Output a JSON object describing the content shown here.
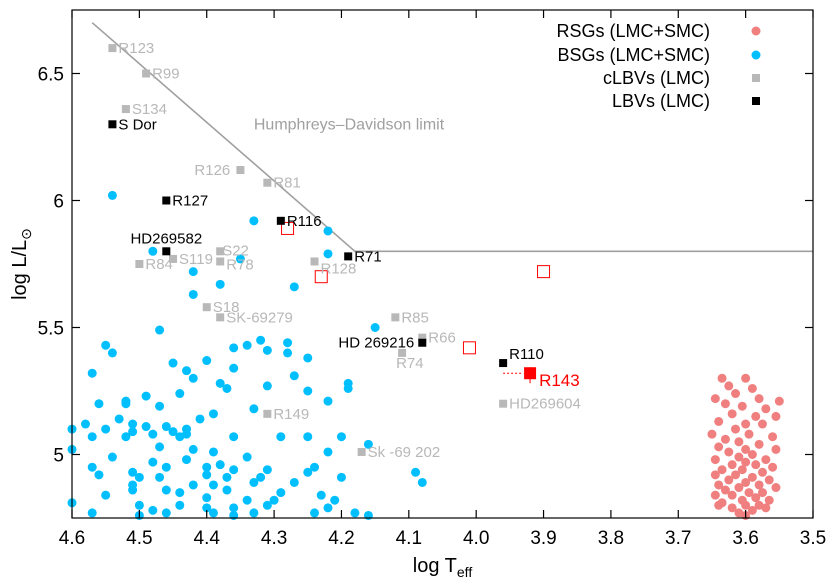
{
  "chart_data": {
    "type": "scatter",
    "xlabel": "log T",
    "xlabel_sub": "eff",
    "ylabel": "log L/L",
    "ylabel_sub": "⊙",
    "xlim": [
      4.6,
      3.5
    ],
    "ylim": [
      4.75,
      6.75
    ],
    "x_reversed": true,
    "xticks": [
      4.6,
      4.5,
      4.4,
      4.3,
      4.2,
      4.1,
      4.0,
      3.9,
      3.8,
      3.7,
      3.6,
      3.5
    ],
    "xtick_labels": [
      "4.6",
      "4.5",
      "4.4",
      "4.3",
      "4.2",
      "4.1",
      "4.0",
      "3.9",
      "3.8",
      "3.7",
      "3.6",
      "3.5"
    ],
    "yticks": [
      5.0,
      5.5,
      6.0,
      6.5
    ],
    "ytick_labels": [
      "5",
      "5.5",
      "6",
      "6.5"
    ],
    "grid": false,
    "legend_position": "top-right",
    "colors": {
      "rsg": "#f08080",
      "bsg": "#00bfff",
      "clbv": "#b8b8b8",
      "lbv": "#000000",
      "hd_line": "#a0a0a0",
      "highlight": "#ff0000"
    },
    "hd_limit": {
      "label": "Humphreys–Davidson limit",
      "points": [
        [
          4.57,
          6.7
        ],
        [
          4.18,
          5.8
        ],
        [
          3.5,
          5.8
        ]
      ]
    },
    "series": [
      {
        "name": "RSGs (LMC+SMC)",
        "marker": "circle",
        "points": [
          [
            3.635,
            5.3
          ],
          [
            3.6,
            5.3
          ],
          [
            3.625,
            5.27
          ],
          [
            3.59,
            5.26
          ],
          [
            3.615,
            5.24
          ],
          [
            3.645,
            5.22
          ],
          [
            3.58,
            5.22
          ],
          [
            3.55,
            5.21
          ],
          [
            3.63,
            5.2
          ],
          [
            3.605,
            5.19
          ],
          [
            3.57,
            5.18
          ],
          [
            3.62,
            5.16
          ],
          [
            3.585,
            5.15
          ],
          [
            3.555,
            5.15
          ],
          [
            3.64,
            5.13
          ],
          [
            3.6,
            5.12
          ],
          [
            3.575,
            5.12
          ],
          [
            3.615,
            5.1
          ],
          [
            3.65,
            5.08
          ],
          [
            3.595,
            5.08
          ],
          [
            3.56,
            5.07
          ],
          [
            3.63,
            5.06
          ],
          [
            3.61,
            5.05
          ],
          [
            3.58,
            5.04
          ],
          [
            3.64,
            5.03
          ],
          [
            3.6,
            5.02
          ],
          [
            3.555,
            5.02
          ],
          [
            3.625,
            5.01
          ],
          [
            3.59,
            5.0
          ],
          [
            3.61,
            4.99
          ],
          [
            3.57,
            4.98
          ],
          [
            3.645,
            4.98
          ],
          [
            3.6,
            4.97
          ],
          [
            3.62,
            4.96
          ],
          [
            3.585,
            4.96
          ],
          [
            3.56,
            4.95
          ],
          [
            3.635,
            4.94
          ],
          [
            3.605,
            4.94
          ],
          [
            3.575,
            4.93
          ],
          [
            3.615,
            4.92
          ],
          [
            3.645,
            4.92
          ],
          [
            3.59,
            4.91
          ],
          [
            3.565,
            4.9
          ],
          [
            3.625,
            4.9
          ],
          [
            3.6,
            4.89
          ],
          [
            3.58,
            4.88
          ],
          [
            3.64,
            4.88
          ],
          [
            3.61,
            4.87
          ],
          [
            3.555,
            4.87
          ],
          [
            3.63,
            4.86
          ],
          [
            3.595,
            4.85
          ],
          [
            3.575,
            4.85
          ],
          [
            3.62,
            4.84
          ],
          [
            3.645,
            4.84
          ],
          [
            3.585,
            4.83
          ],
          [
            3.605,
            4.82
          ],
          [
            3.565,
            4.82
          ],
          [
            3.635,
            4.81
          ],
          [
            3.6,
            4.8
          ],
          [
            3.58,
            4.8
          ],
          [
            3.62,
            4.79
          ],
          [
            3.59,
            4.78
          ],
          [
            3.61,
            4.77
          ],
          [
            3.57,
            4.79
          ],
          [
            3.64,
            4.8
          ],
          [
            3.6,
            4.76
          ]
        ]
      },
      {
        "name": "BSGs (LMC+SMC)",
        "marker": "circle",
        "points": [
          [
            4.54,
            6.02
          ],
          [
            4.33,
            5.92
          ],
          [
            4.22,
            5.88
          ],
          [
            4.48,
            5.8
          ],
          [
            4.35,
            5.77
          ],
          [
            4.22,
            5.79
          ],
          [
            4.42,
            5.72
          ],
          [
            4.27,
            5.66
          ],
          [
            4.38,
            5.67
          ],
          [
            4.42,
            5.63
          ],
          [
            4.15,
            5.5
          ],
          [
            4.47,
            5.49
          ],
          [
            4.32,
            5.45
          ],
          [
            4.28,
            5.44
          ],
          [
            4.36,
            5.42
          ],
          [
            4.55,
            5.43
          ],
          [
            4.34,
            5.43
          ],
          [
            4.31,
            5.41
          ],
          [
            4.54,
            5.4
          ],
          [
            4.28,
            5.4
          ],
          [
            4.25,
            5.38
          ],
          [
            4.4,
            5.37
          ],
          [
            4.45,
            5.36
          ],
          [
            4.36,
            5.34
          ],
          [
            4.43,
            5.33
          ],
          [
            4.57,
            5.32
          ],
          [
            4.42,
            5.3
          ],
          [
            4.27,
            5.31
          ],
          [
            4.38,
            5.28
          ],
          [
            4.31,
            5.27
          ],
          [
            4.37,
            5.26
          ],
          [
            4.25,
            5.25
          ],
          [
            4.19,
            5.28
          ],
          [
            4.19,
            5.26
          ],
          [
            4.44,
            5.24
          ],
          [
            4.49,
            5.23
          ],
          [
            4.52,
            5.21
          ],
          [
            4.56,
            5.2
          ],
          [
            4.52,
            5.2
          ],
          [
            4.47,
            5.19
          ],
          [
            4.22,
            5.21
          ],
          [
            4.33,
            5.18
          ],
          [
            4.39,
            5.16
          ],
          [
            4.41,
            5.14
          ],
          [
            4.53,
            5.14
          ],
          [
            4.58,
            5.12
          ],
          [
            4.51,
            5.12
          ],
          [
            4.49,
            5.11
          ],
          [
            4.46,
            5.11
          ],
          [
            4.43,
            5.1
          ],
          [
            4.55,
            5.1
          ],
          [
            4.6,
            5.1
          ],
          [
            4.51,
            5.09
          ],
          [
            4.45,
            5.09
          ],
          [
            4.43,
            5.08
          ],
          [
            4.48,
            5.08
          ],
          [
            4.57,
            5.07
          ],
          [
            4.52,
            5.07
          ],
          [
            4.44,
            5.07
          ],
          [
            4.36,
            5.07
          ],
          [
            4.29,
            5.07
          ],
          [
            4.25,
            5.07
          ],
          [
            4.2,
            5.07
          ],
          [
            4.16,
            5.04
          ],
          [
            4.47,
            5.03
          ],
          [
            4.42,
            5.02
          ],
          [
            4.39,
            5.01
          ],
          [
            4.22,
            5.01
          ],
          [
            4.6,
            5.02
          ],
          [
            4.54,
            4.99
          ],
          [
            4.48,
            4.97
          ],
          [
            4.43,
            4.98
          ],
          [
            4.34,
            4.99
          ],
          [
            4.38,
            4.96
          ],
          [
            4.46,
            4.95
          ],
          [
            4.57,
            4.95
          ],
          [
            4.4,
            4.95
          ],
          [
            4.36,
            4.94
          ],
          [
            4.24,
            4.95
          ],
          [
            4.31,
            4.94
          ],
          [
            4.51,
            4.93
          ],
          [
            4.4,
            4.92
          ],
          [
            4.56,
            4.92
          ],
          [
            4.25,
            4.93
          ],
          [
            4.2,
            4.91
          ],
          [
            4.09,
            4.93
          ],
          [
            4.47,
            4.91
          ],
          [
            4.5,
            4.91
          ],
          [
            4.37,
            4.91
          ],
          [
            4.32,
            4.91
          ],
          [
            4.51,
            4.88
          ],
          [
            4.39,
            4.88
          ],
          [
            4.33,
            4.89
          ],
          [
            4.27,
            4.89
          ],
          [
            4.42,
            4.88
          ],
          [
            4.08,
            4.89
          ],
          [
            4.51,
            4.86
          ],
          [
            4.46,
            4.86
          ],
          [
            4.37,
            4.86
          ],
          [
            4.29,
            4.85
          ],
          [
            4.44,
            4.85
          ],
          [
            4.55,
            4.84
          ],
          [
            4.4,
            4.83
          ],
          [
            4.23,
            4.84
          ],
          [
            4.34,
            4.82
          ],
          [
            4.3,
            4.82
          ],
          [
            4.21,
            4.82
          ],
          [
            4.6,
            4.81
          ],
          [
            4.5,
            4.8
          ],
          [
            4.44,
            4.8
          ],
          [
            4.4,
            4.79
          ],
          [
            4.36,
            4.79
          ],
          [
            4.31,
            4.8
          ],
          [
            4.48,
            4.78
          ],
          [
            4.22,
            4.79
          ],
          [
            4.57,
            4.77
          ],
          [
            4.46,
            4.77
          ],
          [
            4.33,
            4.77
          ],
          [
            4.24,
            4.77
          ],
          [
            4.18,
            4.77
          ],
          [
            4.39,
            4.77
          ],
          [
            4.5,
            4.76
          ],
          [
            4.36,
            4.76
          ],
          [
            4.16,
            4.76
          ]
        ]
      },
      {
        "name": "cLBVs (LMC)",
        "marker": "square",
        "points": [
          {
            "x": 4.54,
            "y": 6.6,
            "label": "R123"
          },
          {
            "x": 4.49,
            "y": 6.5,
            "label": "R99"
          },
          {
            "x": 4.52,
            "y": 6.36,
            "label": "S134"
          },
          {
            "x": 4.35,
            "y": 6.12,
            "label": "R126"
          },
          {
            "x": 4.31,
            "y": 6.07,
            "label": "R81"
          },
          {
            "x": 4.38,
            "y": 5.8,
            "label": "S22"
          },
          {
            "x": 4.24,
            "y": 5.76,
            "label": "R128"
          },
          {
            "x": 4.5,
            "y": 5.75,
            "label": "R84"
          },
          {
            "x": 4.45,
            "y": 5.77,
            "label": "S119"
          },
          {
            "x": 4.38,
            "y": 5.76,
            "label": "R78"
          },
          {
            "x": 4.4,
            "y": 5.58,
            "label": "S18"
          },
          {
            "x": 4.38,
            "y": 5.54,
            "label": "SK-69279"
          },
          {
            "x": 4.12,
            "y": 5.54,
            "label": "R85"
          },
          {
            "x": 4.08,
            "y": 5.46,
            "label": "R66"
          },
          {
            "x": 4.11,
            "y": 5.4,
            "label": "R74"
          },
          {
            "x": 4.31,
            "y": 5.16,
            "label": "R149"
          },
          {
            "x": 3.96,
            "y": 5.2,
            "label": "HD269604"
          },
          {
            "x": 4.17,
            "y": 5.01,
            "label": "Sk -69 202"
          }
        ]
      },
      {
        "name": "LBVs (LMC)",
        "marker": "square",
        "points": [
          {
            "x": 4.54,
            "y": 6.3,
            "label": "S Dor"
          },
          {
            "x": 4.46,
            "y": 6.0,
            "label": "R127"
          },
          {
            "x": 4.29,
            "y": 5.92,
            "label": "R116"
          },
          {
            "x": 4.46,
            "y": 5.8,
            "label": "HD269582"
          },
          {
            "x": 4.19,
            "y": 5.78,
            "label": "R71"
          },
          {
            "x": 4.08,
            "y": 5.44,
            "label": "HD 269216"
          },
          {
            "x": 3.96,
            "y": 5.36,
            "label": "R110"
          }
        ]
      }
    ],
    "highlight": {
      "x": 3.92,
      "y": 5.32,
      "label": "R143"
    },
    "history_points": [
      [
        4.28,
        5.89
      ],
      [
        4.23,
        5.7
      ],
      [
        3.9,
        5.72
      ],
      [
        4.01,
        5.42
      ]
    ]
  }
}
